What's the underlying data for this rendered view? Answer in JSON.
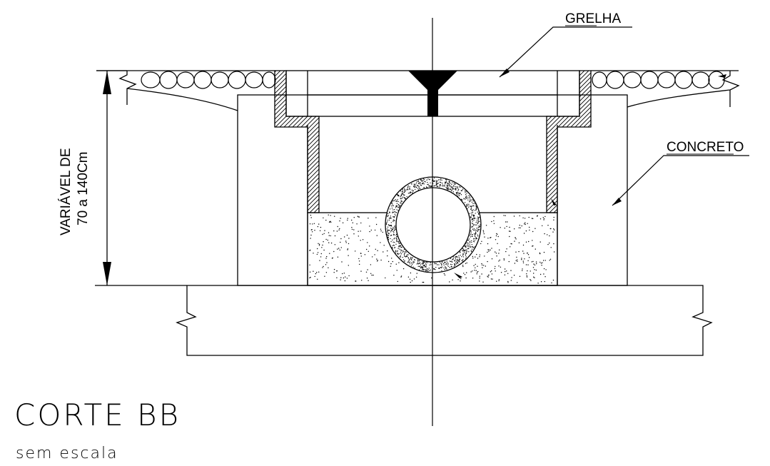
{
  "labels": {
    "grelha": "GRELHA",
    "concreto": "CONCRETO",
    "dimension_line1": "VARIÁVEL DE",
    "dimension_line2": "70 a 140Cm"
  },
  "title": {
    "main": "CORTE BB",
    "subtitle": "sem escala"
  }
}
